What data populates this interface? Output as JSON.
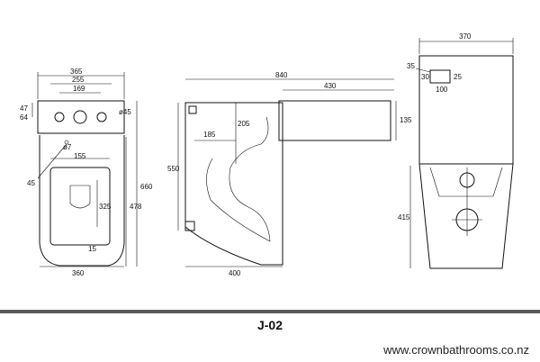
{
  "labels": {
    "front": {
      "width_top": "365",
      "width_mid": "255",
      "width_inner": "169",
      "dim_47": "47",
      "dim_64": "64",
      "hole_dia": "ø45",
      "dia_small": "ø7",
      "seat_width": "155",
      "seat_depth": "325",
      "height_total": "660",
      "height_bowl": "478",
      "dim_15": "15",
      "dim_45": "45",
      "width_base": "360"
    },
    "side": {
      "length_total": "840",
      "length_tank": "430",
      "dim_135": "135",
      "dim_205": "205",
      "dim_185": "185",
      "dim_550": "550",
      "dim_400": "400"
    },
    "back": {
      "width_top": "370",
      "dim_35": "35",
      "dim_30": "30",
      "dim_25": "25",
      "dim_100": "100",
      "height_415": "415"
    }
  },
  "footer": {
    "model": "J-02",
    "website": "www.crownbathrooms.co.nz"
  }
}
